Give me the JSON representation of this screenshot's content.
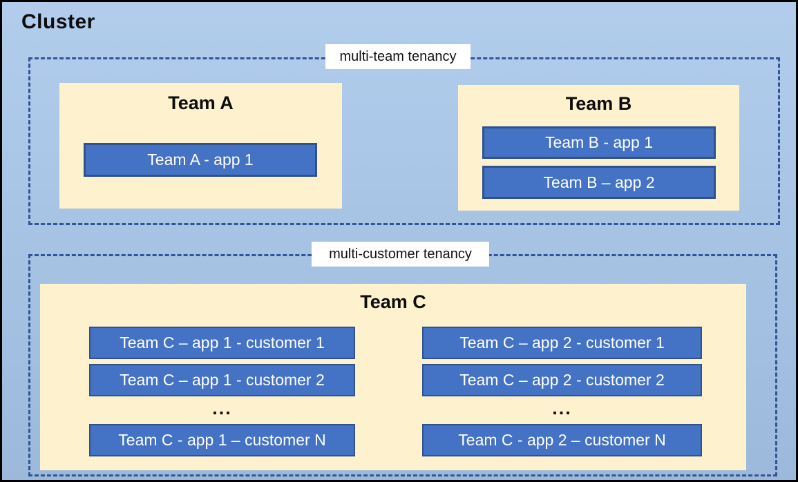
{
  "cluster": {
    "title": "Cluster"
  },
  "sections": [
    {
      "label": "multi-team tenancy",
      "teams": [
        {
          "name": "Team A",
          "apps": [
            "Team A - app 1"
          ]
        },
        {
          "name": "Team B",
          "apps": [
            "Team B - app 1",
            "Team B – app 2"
          ]
        }
      ]
    },
    {
      "label": "multi-customer tenancy",
      "teams": [
        {
          "name": "Team C",
          "columns": [
            {
              "apps": [
                "Team C – app 1 - customer 1",
                "Team C – app 1 - customer 2",
                "Team C - app 1 – customer N"
              ],
              "ellipsis": "..."
            },
            {
              "apps": [
                "Team C – app 2 - customer 1",
                "Team C – app 2 - customer 2",
                "Team C - app 2 – customer N"
              ],
              "ellipsis": "..."
            }
          ]
        }
      ]
    }
  ],
  "colors": {
    "cluster_bg_top": "#b2cdec",
    "cluster_bg_bottom": "#9cb9dc",
    "team_bg": "#fdf2cd",
    "app_fill": "#4472c4",
    "app_border": "#2f528f",
    "app_text": "#ffffff",
    "dashed_border": "#2f5597",
    "label_bg": "#ffffff",
    "outer_border": "#000000"
  }
}
